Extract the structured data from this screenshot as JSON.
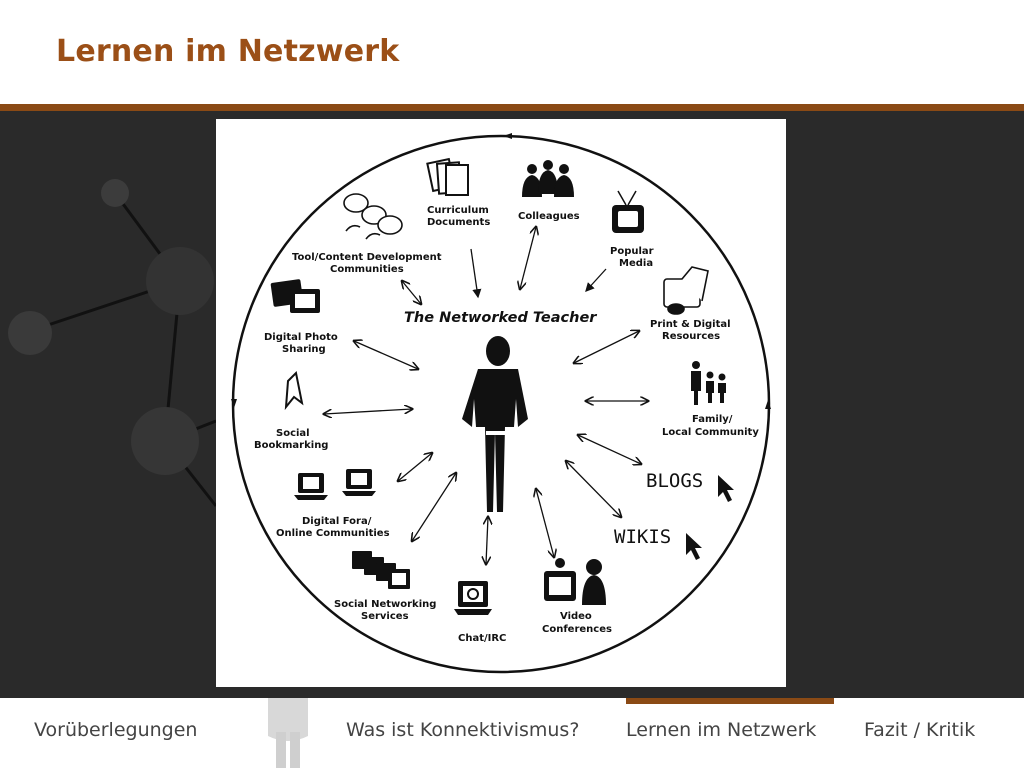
{
  "slide": {
    "title": "Lernen im Netzwerk"
  },
  "diagram": {
    "title": "The Networked Teacher",
    "labels": {
      "curriculum": [
        "Curriculum",
        "Documents"
      ],
      "colleagues": [
        "Colleagues"
      ],
      "popular_media": [
        "Popular",
        "Media"
      ],
      "tool_content": [
        "Tool/Content Development",
        "Communities"
      ],
      "print_digital": [
        "Print & Digital",
        "Resources"
      ],
      "digital_photo": [
        "Digital Photo",
        "Sharing"
      ],
      "family": [
        "Family/",
        "Local Community"
      ],
      "social_bookmarking": [
        "Social",
        "Bookmarking"
      ],
      "blogs": "BLOGS",
      "digital_fora": [
        "Digital Fora/",
        "Online Communities"
      ],
      "wikis": "WIKIS",
      "social_networking": [
        "Social Networking",
        "Services"
      ],
      "video_conferences": [
        "Video",
        "Conferences"
      ],
      "chat": [
        "Chat/IRC"
      ]
    }
  },
  "nav": {
    "items": [
      "Vorüberlegungen",
      "Was ist Konnektivismus?",
      "Lernen im Netzwerk",
      "Fazit / Kritik"
    ],
    "active_index": 2
  },
  "colors": {
    "accent": "#8a4a15",
    "title": "#9b4f17",
    "band": "#2a2a2a"
  },
  "icons": [
    "tv-icon",
    "people-icon",
    "documents-icon",
    "camera-icon",
    "bookmark-icon",
    "laptop-icon",
    "cursor-icon"
  ]
}
